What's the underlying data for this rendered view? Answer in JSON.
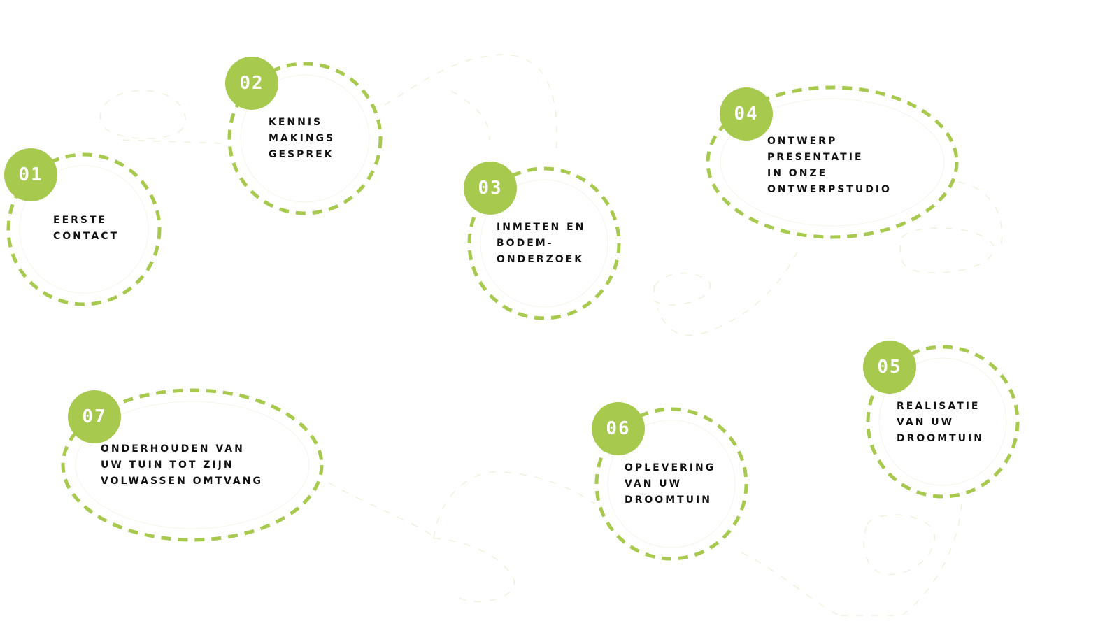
{
  "colors": {
    "accent": "#a6c94e",
    "text": "#111111",
    "background": "#ffffff",
    "faint_path": "#f2f5e6"
  },
  "steps": [
    {
      "number": "01",
      "lines": [
        "EERSTE",
        "CONTACT"
      ]
    },
    {
      "number": "02",
      "lines": [
        "KENNIS",
        "MAKINGS",
        "GESPREK"
      ]
    },
    {
      "number": "03",
      "lines": [
        "INMETEN EN",
        "BODEM-",
        "ONDERZOEK"
      ]
    },
    {
      "number": "04",
      "lines": [
        "ONTWERP",
        "PRESENTATIE",
        "IN ONZE",
        "ONTWERPSTUDIO"
      ]
    },
    {
      "number": "05",
      "lines": [
        "REALISATIE",
        "VAN UW",
        "DROOMTUIN"
      ]
    },
    {
      "number": "06",
      "lines": [
        "OPLEVERING",
        "VAN UW",
        "DROOMTUIN"
      ]
    },
    {
      "number": "07",
      "lines": [
        "ONDERHOUDEN VAN",
        "UW TUIN TOT ZIJN",
        "VOLWASSEN OMTVANG"
      ]
    }
  ]
}
